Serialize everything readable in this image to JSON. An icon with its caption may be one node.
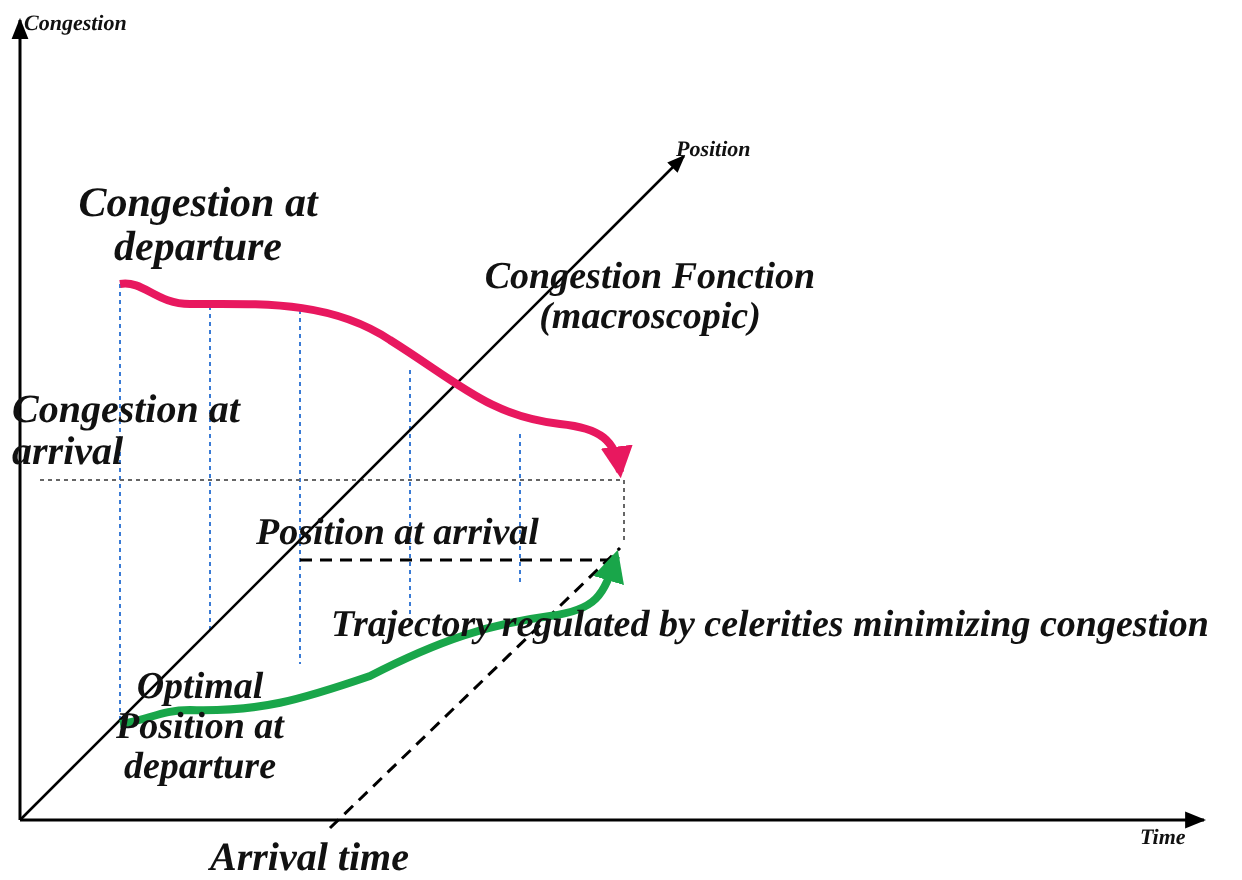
{
  "diagram": {
    "labels": [
      "Congestion",
      "Position",
      "Congestion at departure",
      "Congestion Fonction (macroscopic)",
      "Congestion at arrival",
      "Position at arrival",
      "Trajectory regulated by celerities minimizing congestion",
      "Optimal Position at departure",
      "Time",
      "Arrival time"
    ]
  }
}
